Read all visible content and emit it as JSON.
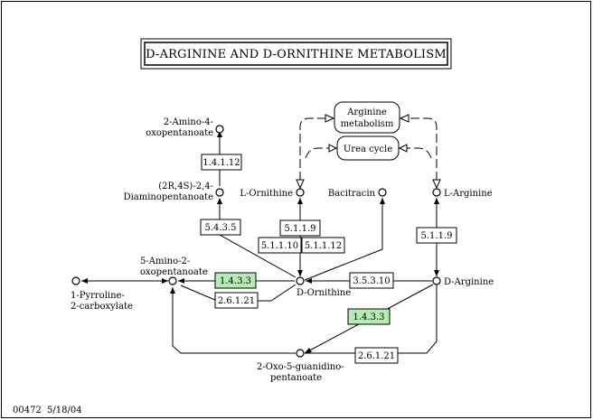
{
  "title": "D-ARGININE AND D-ORNITHINE METABOLISM",
  "footer": {
    "map_id": "00472",
    "date": "5/18/04"
  },
  "colors": {
    "enzyme_highlight": "#b4ecb4",
    "line": "#000000",
    "background": "#ffffff"
  },
  "compounds": {
    "amino_oxopentanoate_2_4": [
      "2-Amino-4-",
      "oxopentanoate"
    ],
    "diaminopentanoate": [
      "(2R,4S)-2,4-",
      "Diaminopentanoate"
    ],
    "l_ornithine": "L-Ornithine",
    "bacitracin": "Bacitracin",
    "l_arginine": "L-Arginine",
    "amino_oxopentanoate_5_2": [
      "5-Amino-2-",
      "oxopentanoate"
    ],
    "pyrroline": [
      "1-Pyrroline-",
      "2-carboxylate"
    ],
    "d_ornithine": "D-Ornithine",
    "d_arginine": "D-Arginine",
    "oxo_guanidino": [
      "2-Oxo-5-guanidino-",
      "pentanoate"
    ]
  },
  "pathways": {
    "arginine": [
      "Arginine",
      "metabolism"
    ],
    "urea": "Urea cycle"
  },
  "enzymes": {
    "e1": "1.4.1.12",
    "e2": "5.4.3.5",
    "e3": "5.1.1.9",
    "e4": "5.1.1.10",
    "e5": "5.1.1.12",
    "e6": "5.1.1.9",
    "e7": "1.4.3.3",
    "e8": "2.6.1.21",
    "e9": "3.5.3.10",
    "e10": "1.4.3.3",
    "e11": "2.6.1.21"
  }
}
